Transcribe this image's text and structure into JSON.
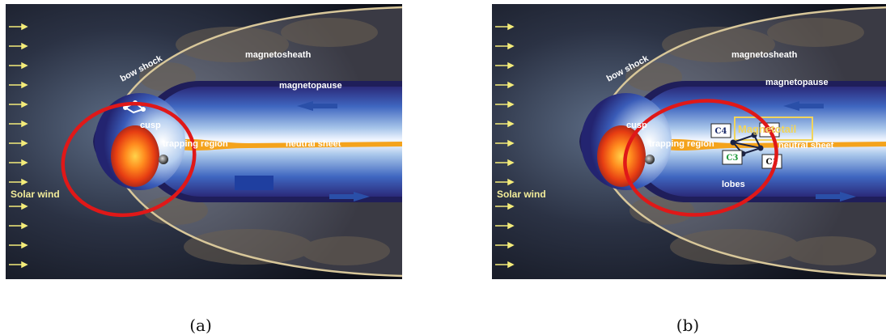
{
  "panels": [
    {
      "caption": "(a)",
      "labels": {
        "bow_shock": "bow shock",
        "magnetosheath": "magnetosheath",
        "magnetopause": "magnetopause",
        "cusp": "cusp",
        "trapping_region": "trapping region",
        "neutral_sheet": "neutral sheet",
        "solar_wind": "Solar wind"
      }
    },
    {
      "caption": "(b)",
      "labels": {
        "bow_shock": "bow shock",
        "magnetosheath": "magnetosheath",
        "magnetopause": "magnetopause",
        "magnetotail": "Magnetotail",
        "cusp": "cusp",
        "trapping_region": "trapping region",
        "neutral_sheet": "neutral sheet",
        "lobes": "lobes",
        "solar_wind": "Solar wind"
      },
      "spacecraft": [
        "C1",
        "C2",
        "C3",
        "C4"
      ]
    }
  ],
  "colors": {
    "highlight_circle": "#e01818",
    "label_text": "#ffffff",
    "solar_wind_text": "#f2ec9a",
    "magnetotail_text": "#f1d45a",
    "c1": "#111111",
    "c2": "#c81818",
    "c3": "#1f9a3a",
    "c4": "#1a2a6a",
    "neutral_sheet": "#f4a31c",
    "sun_core": "#ff6a1a"
  }
}
